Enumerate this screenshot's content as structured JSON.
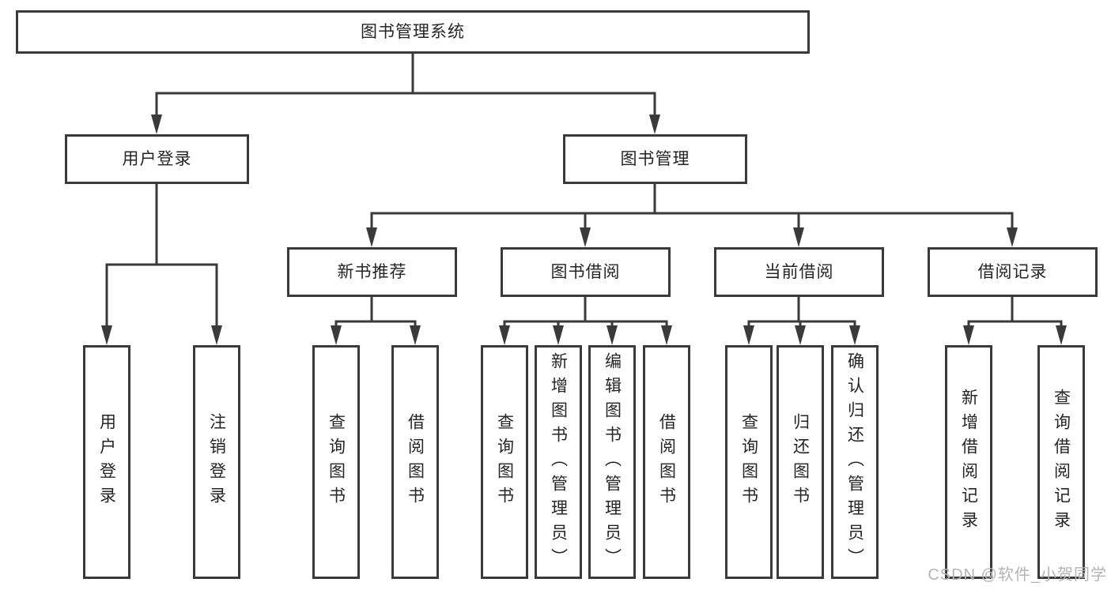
{
  "tree": {
    "root": {
      "label": "图书管理系统"
    },
    "branches": [
      {
        "label": "用户登录",
        "children": [
          {
            "label": "用户登录"
          },
          {
            "label": "注销登录"
          }
        ]
      },
      {
        "label": "图书管理",
        "children": [
          {
            "label": "新书推荐",
            "children": [
              {
                "label": "查询图书"
              },
              {
                "label": "借阅图书"
              }
            ]
          },
          {
            "label": "图书借阅",
            "children": [
              {
                "label": "查询图书"
              },
              {
                "label": "新增图书（管理员）"
              },
              {
                "label": "编辑图书（管理员）"
              },
              {
                "label": "借阅图书"
              }
            ]
          },
          {
            "label": "当前借阅",
            "children": [
              {
                "label": "查询图书"
              },
              {
                "label": "归还图书"
              },
              {
                "label": "确认归还（管理员）"
              }
            ]
          },
          {
            "label": "借阅记录",
            "children": [
              {
                "label": "新增借阅记录"
              },
              {
                "label": "查询借阅记录"
              }
            ]
          }
        ]
      }
    ]
  },
  "watermark": "CSDN @软件_小贺同学",
  "colors": {
    "line": "#3a3a3a",
    "text": "#252525",
    "watermark": "#b4b4b4",
    "background": "#ffffff"
  }
}
